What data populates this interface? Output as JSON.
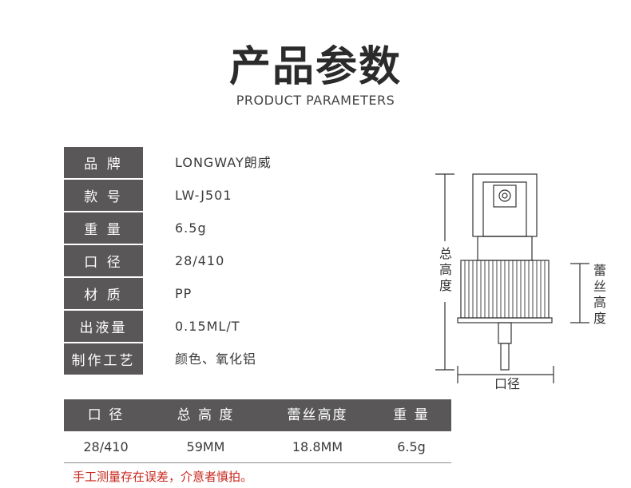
{
  "header": {
    "title": "产品参数",
    "subtitle": "PRODUCT PARAMETERS"
  },
  "specs": [
    {
      "label": "品 牌",
      "value": "LONGWAY朗威"
    },
    {
      "label": "款 号",
      "value": "LW-J501"
    },
    {
      "label": "重 量",
      "value": "6.5g"
    },
    {
      "label": "口 径",
      "value": "28/410"
    },
    {
      "label": "材 质",
      "value": "PP"
    },
    {
      "label": "出液量",
      "value": "0.15ML/T"
    },
    {
      "label": "制作工艺",
      "value": "颜色、氧化铝"
    }
  ],
  "table": {
    "headers": [
      "口 径",
      "总 高 度",
      "蕾丝高度",
      "重 量"
    ],
    "row": [
      "28/410",
      "59MM",
      "18.8MM",
      "6.5g"
    ]
  },
  "note": "手工测量存在误差，介意者慎拍。",
  "diagram": {
    "total_height_label": "总高度",
    "thread_height_label": "蕾丝高度",
    "diameter_label": "口径"
  },
  "colors": {
    "label_bg": "#595757",
    "note": "#c7251b"
  }
}
